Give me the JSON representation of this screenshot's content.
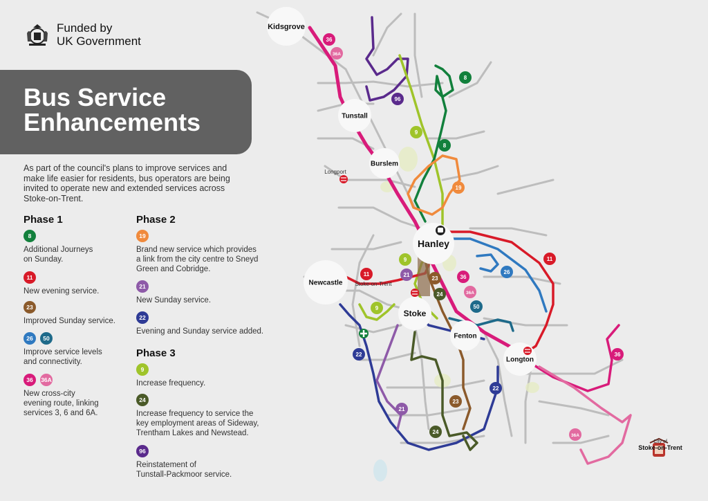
{
  "funded": {
    "line1": "Funded by",
    "line2": "UK Government"
  },
  "title": "Bus Service\nEnhancements",
  "intro": "As part of the council's plans to improve services and make life easier for residents, bus operators are being invited to operate new and extended services across Stoke-on-Trent.",
  "route_colors": {
    "8": "#12803c",
    "11": "#d81a28",
    "23": "#8b5a2b",
    "26": "#2f79c0",
    "50": "#1e6a8a",
    "36": "#d81b7a",
    "36A": "#e26aa0",
    "19": "#f08a3c",
    "21": "#8e5aa8",
    "22": "#2e3b96",
    "9": "#9fc42a",
    "24": "#4a5a28",
    "96": "#5a2a8c"
  },
  "phase1": {
    "heading": "Phase 1",
    "entries": [
      {
        "routes": [
          "8"
        ],
        "text": "Additional Journeys\non Sunday."
      },
      {
        "routes": [
          "11"
        ],
        "text": "New evening service."
      },
      {
        "routes": [
          "23"
        ],
        "text": "Improved Sunday service."
      },
      {
        "routes": [
          "26",
          "50"
        ],
        "text": "Improve service levels\nand connectivity."
      },
      {
        "routes": [
          "36",
          "36A"
        ],
        "text": "New cross-city\nevening route, linking\nservices 3, 6 and 6A."
      }
    ]
  },
  "phase2": {
    "heading": "Phase 2",
    "entries": [
      {
        "routes": [
          "19"
        ],
        "text": "Brand new service which provides\na link from the city centre to Sneyd\nGreen and Cobridge."
      },
      {
        "routes": [
          "21"
        ],
        "text": "New Sunday service."
      },
      {
        "routes": [
          "22"
        ],
        "text": "Evening and Sunday service added."
      }
    ]
  },
  "phase3": {
    "heading": "Phase 3",
    "entries": [
      {
        "routes": [
          "9"
        ],
        "text": "Increase frequency."
      },
      {
        "routes": [
          "24"
        ],
        "text": "Increase frequency to service the\nkey employment areas of Sideway,\nTrentham Lakes and Newstead."
      },
      {
        "routes": [
          "96"
        ],
        "text": "Reinstatement of\nTunstall-Packmoor service."
      }
    ]
  },
  "map": {
    "places": [
      "Kidsgrove",
      "Tunstall",
      "Burslem",
      "Hanley",
      "Newcastle",
      "Stoke",
      "Fenton",
      "Longton"
    ],
    "small_labels": [
      "Longport",
      "Stoke-on-Trent"
    ],
    "route_labels": [
      "36",
      "36A",
      "96",
      "9",
      "8",
      "8",
      "19",
      "11",
      "9",
      "21",
      "23",
      "24",
      "11",
      "36",
      "36A",
      "50",
      "26",
      "9",
      "22",
      "22",
      "23",
      "21",
      "24",
      "36",
      "36A"
    ]
  },
  "footer": {
    "line1": "City of",
    "line2": "Stoke-on-Trent"
  }
}
